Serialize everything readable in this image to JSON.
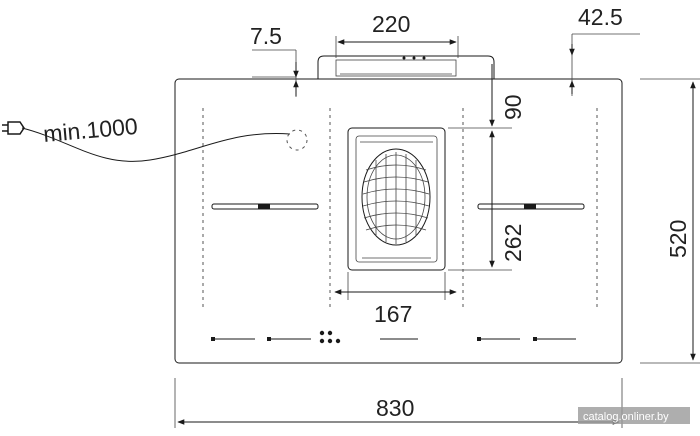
{
  "dimensions": {
    "top_offset": "7.5",
    "duct_width": "220",
    "right_offset": "42.5",
    "depth_to_vent": "90",
    "vent_height": "262",
    "vent_width": "167",
    "total_width": "830",
    "total_depth": "520",
    "cable_length": "min.1000"
  },
  "watermark": "catalog.onliner.by",
  "colors": {
    "line": "#1a1a1a",
    "background": "#ffffff",
    "watermark_bg": "#9a9a9a"
  },
  "icons": [
    "plug-icon",
    "fan-grille-icon",
    "power-button-icon"
  ]
}
